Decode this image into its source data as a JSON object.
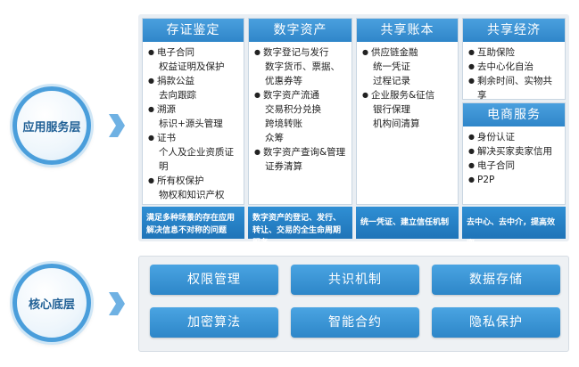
{
  "layers": {
    "app": "应用服务层",
    "core": "核心底层"
  },
  "columns": [
    {
      "title": "存证鉴定",
      "lines": [
        {
          "t": "电子合同",
          "bullet": true
        },
        {
          "t": "权益证明及保护",
          "bullet": false
        },
        {
          "t": "捐款公益",
          "bullet": true
        },
        {
          "t": "去向跟踪",
          "bullet": false
        },
        {
          "t": "溯源",
          "bullet": true
        },
        {
          "t": "标识+源头管理",
          "bullet": false
        },
        {
          "t": "证书",
          "bullet": true
        },
        {
          "t": "个人及企业资质证明",
          "bullet": false
        },
        {
          "t": "所有权保护",
          "bullet": true
        },
        {
          "t": "物权和知识产权",
          "bullet": false
        }
      ],
      "footer": "满足多种场景的存在应用解决信息不对称的问题"
    },
    {
      "title": "数字资产",
      "lines": [
        {
          "t": "数字登记与发行",
          "bullet": true
        },
        {
          "t": "数字货币、票据、",
          "bullet": false
        },
        {
          "t": "优惠券等",
          "bullet": false
        },
        {
          "t": "数字资产流通",
          "bullet": true
        },
        {
          "t": "交易积分兑换",
          "bullet": false
        },
        {
          "t": "跨境转账",
          "bullet": false
        },
        {
          "t": "众筹",
          "bullet": false
        },
        {
          "t": "数字资产查询&管理",
          "bullet": true
        },
        {
          "t": "证券清算",
          "bullet": false
        }
      ],
      "footer": "数字资产的登记、发行、转让、交易的全生命周期服务"
    },
    {
      "title": "共享账本",
      "lines": [
        {
          "t": "供应链金融",
          "bullet": true
        },
        {
          "t": "统一凭证",
          "bullet": false
        },
        {
          "t": "过程记录",
          "bullet": false
        },
        {
          "t": "企业服务&征信",
          "bullet": true
        },
        {
          "t": "银行保理",
          "bullet": false
        },
        {
          "t": "机构间清算",
          "bullet": false
        }
      ],
      "footer": "统一凭证、建立信任机制"
    },
    {
      "title": "共享经济",
      "lines": [
        {
          "t": "互助保险",
          "bullet": true
        },
        {
          "t": "去中心化自治",
          "bullet": true
        },
        {
          "t": "剩余时间、实物共享",
          "bullet": true
        }
      ]
    },
    {
      "title": "电商服务",
      "lines": [
        {
          "t": "身份认证",
          "bullet": true
        },
        {
          "t": "解决买家卖家信用",
          "bullet": true
        },
        {
          "t": "电子合同",
          "bullet": true
        },
        {
          "t": "P2P",
          "bullet": true
        }
      ],
      "footer": "去中心、去中介，提高效率"
    }
  ],
  "core": [
    "权限管理",
    "共识机制",
    "数据存储",
    "加密算法",
    "智能合约",
    "隐私保护"
  ],
  "colors": {
    "accent": "#2f86c9",
    "panel": "#e9eef3"
  }
}
